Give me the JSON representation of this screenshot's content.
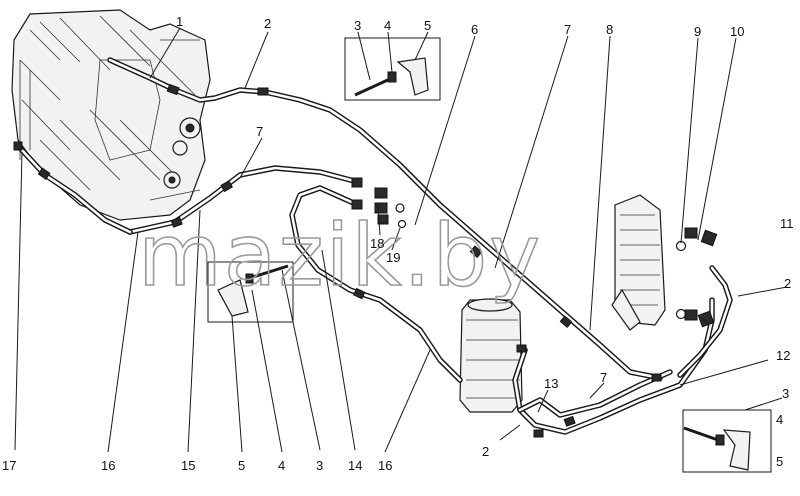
{
  "watermark": "mazik.by",
  "callouts": [
    {
      "id": "c1",
      "text": "1"
    },
    {
      "id": "c2a",
      "text": "2"
    },
    {
      "id": "c3a",
      "text": "3"
    },
    {
      "id": "c4a",
      "text": "4"
    },
    {
      "id": "c5a",
      "text": "5"
    },
    {
      "id": "c6",
      "text": "6"
    },
    {
      "id": "c7a",
      "text": "7"
    },
    {
      "id": "c8",
      "text": "8"
    },
    {
      "id": "c9",
      "text": "9"
    },
    {
      "id": "c10",
      "text": "10"
    },
    {
      "id": "c11",
      "text": "11"
    },
    {
      "id": "c2b",
      "text": "2"
    },
    {
      "id": "c7b",
      "text": "7"
    },
    {
      "id": "c18",
      "text": "18"
    },
    {
      "id": "c19",
      "text": "19"
    },
    {
      "id": "c12",
      "text": "12"
    },
    {
      "id": "c3b",
      "text": "3"
    },
    {
      "id": "c13",
      "text": "13"
    },
    {
      "id": "c7c",
      "text": "7"
    },
    {
      "id": "c4b",
      "text": "4"
    },
    {
      "id": "c5b",
      "text": "5"
    },
    {
      "id": "c2c",
      "text": "2"
    },
    {
      "id": "c17",
      "text": "17"
    },
    {
      "id": "c16a",
      "text": "16"
    },
    {
      "id": "c15",
      "text": "15"
    },
    {
      "id": "c5c",
      "text": "5"
    },
    {
      "id": "c4c",
      "text": "4"
    },
    {
      "id": "c3c",
      "text": "3"
    },
    {
      "id": "c14",
      "text": "14"
    },
    {
      "id": "c16b",
      "text": "16"
    }
  ]
}
